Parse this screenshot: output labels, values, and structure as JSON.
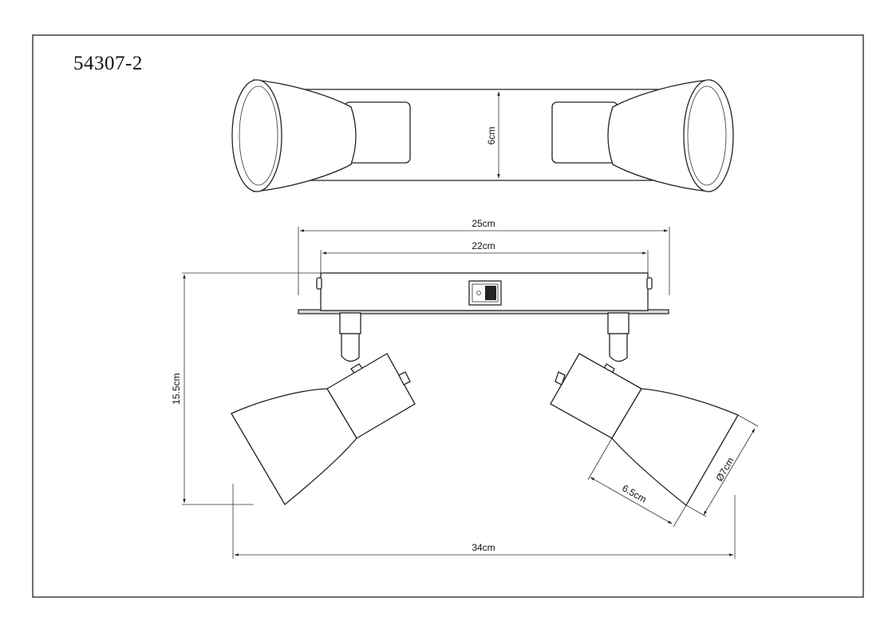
{
  "model_number": "54307-2",
  "dimensions": {
    "top_height": "6cm",
    "base_length": "25cm",
    "bar_length": "22cm",
    "total_height": "15.5cm",
    "shade_length": "6.5cm",
    "shade_diameter": "Ø7cm",
    "total_width": "34cm"
  }
}
